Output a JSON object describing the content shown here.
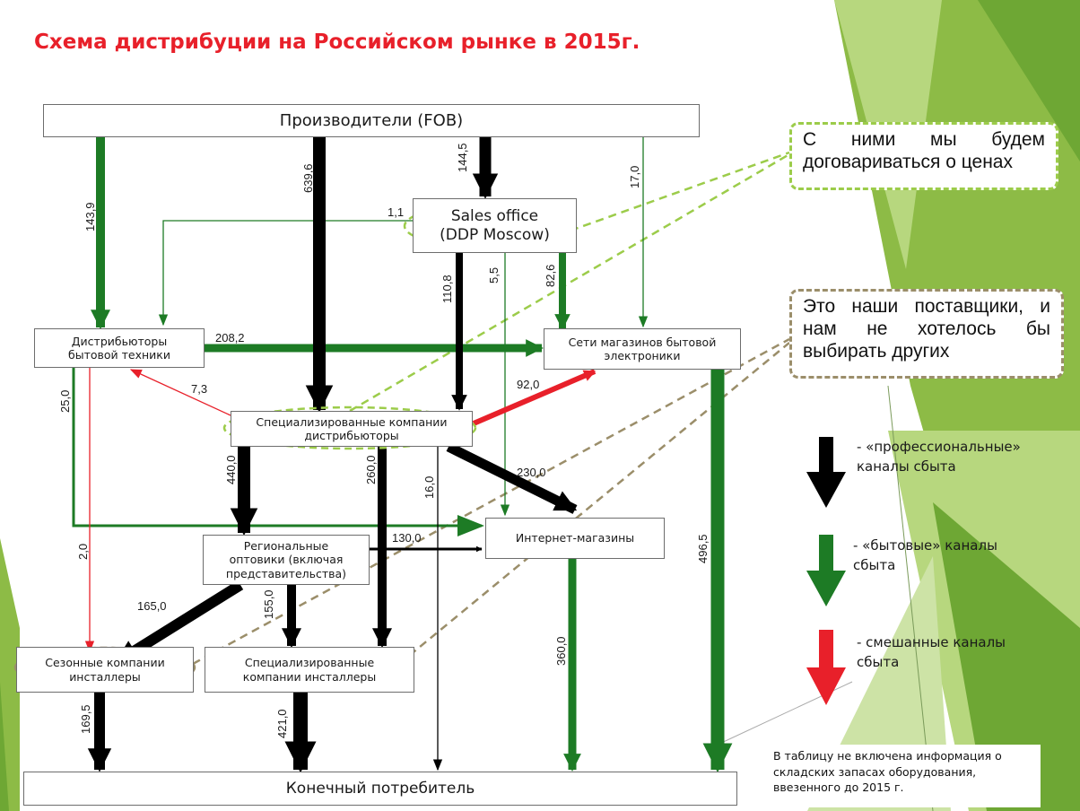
{
  "title": "Схема дистрибуции на Российском рынке в 2015г.",
  "nodes": {
    "producers": "Производители (FOB)",
    "sales_office": "Sales office\n(DDP Moscow)",
    "distributors": "Дистрибьюторы\nбытовой техники",
    "retail_chains": "Сети магазинов бытовой\nэлектроники",
    "specialized_distributors": "Специализированные компании\nдистрибьюторы",
    "regional_wholesalers": "Региональные\nоптовики (включая\nпредставительства)",
    "online_stores": "Интернет-магазины",
    "seasonal_installers": "Сезонные компании\nинсталлеры",
    "specialized_installers": "Специализированные\nкомпании инсталлеры",
    "end_consumer": "Конечный потребитель"
  },
  "flows": {
    "f_143_9": "143,9",
    "f_639_6": "639,6",
    "f_144_5": "144,5",
    "f_17_0": "17,0",
    "f_1_1": "1,1",
    "f_110_8": "110,8",
    "f_5_5": "5,5",
    "f_82_6": "82,6",
    "f_208_2": "208,2",
    "f_7_3": "7,3",
    "f_92_0": "92,0",
    "f_25_0": "25,0",
    "f_440_0": "440,0",
    "f_260_0": "260,0",
    "f_16_0": "16,0",
    "f_230_0": "230,0",
    "f_130_0": "130,0",
    "f_2_0": "2,0",
    "f_165_0": "165,0",
    "f_155_0": "155,0",
    "f_496_5": "496,5",
    "f_360_0": "360,0",
    "f_169_5": "169,5",
    "f_421_0": "421,0"
  },
  "callouts": {
    "prices": "С ними мы будем договариваться о ценах",
    "suppliers": "Это наши поставщики, и нам не хотелось бы выбирать других"
  },
  "legend": {
    "professional": "- «профессиональные»\nканалы сбыта",
    "household": "- «бытовые»    каналы\nсбыта",
    "mixed": "- смешанные каналы\nсбыта"
  },
  "note": "В таблицу не включена информация о\nскладских запасах оборудования,\nввезенного до 2015 г.",
  "colors": {
    "title": "#e8202a",
    "professional": "#000000",
    "household": "#1d7b25",
    "mixed": "#e8202a",
    "callout_green": "#9ccc4a",
    "callout_brown": "#9b8e6a"
  }
}
